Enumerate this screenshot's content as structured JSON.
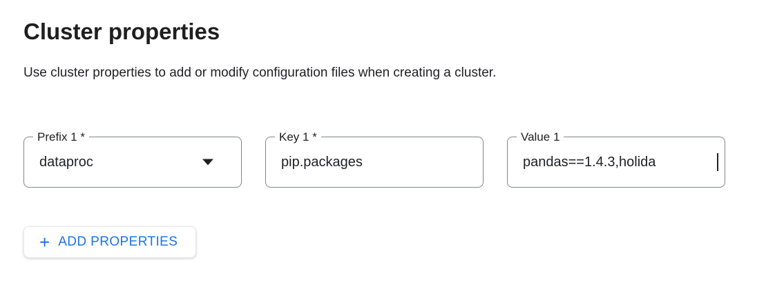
{
  "page": {
    "title": "Cluster properties",
    "description": "Use cluster properties to add or modify configuration files when creating a cluster."
  },
  "fields": [
    {
      "label": "Prefix 1 *",
      "value": "dataproc",
      "type": "select",
      "icon": "dropdown-arrow-icon"
    },
    {
      "label": "Key 1 *",
      "value": "pip.packages",
      "type": "text"
    },
    {
      "label": "Value 1",
      "value": "pandas==1.4.3,holida",
      "type": "text",
      "icon": "text-cursor"
    }
  ],
  "button": {
    "label": "ADD PROPERTIES",
    "plus_glyph": "+"
  },
  "colors": {
    "accent": "#1a73e8",
    "text": "#202124",
    "field_border": "#80868b",
    "button_border": "#e8eaed"
  }
}
